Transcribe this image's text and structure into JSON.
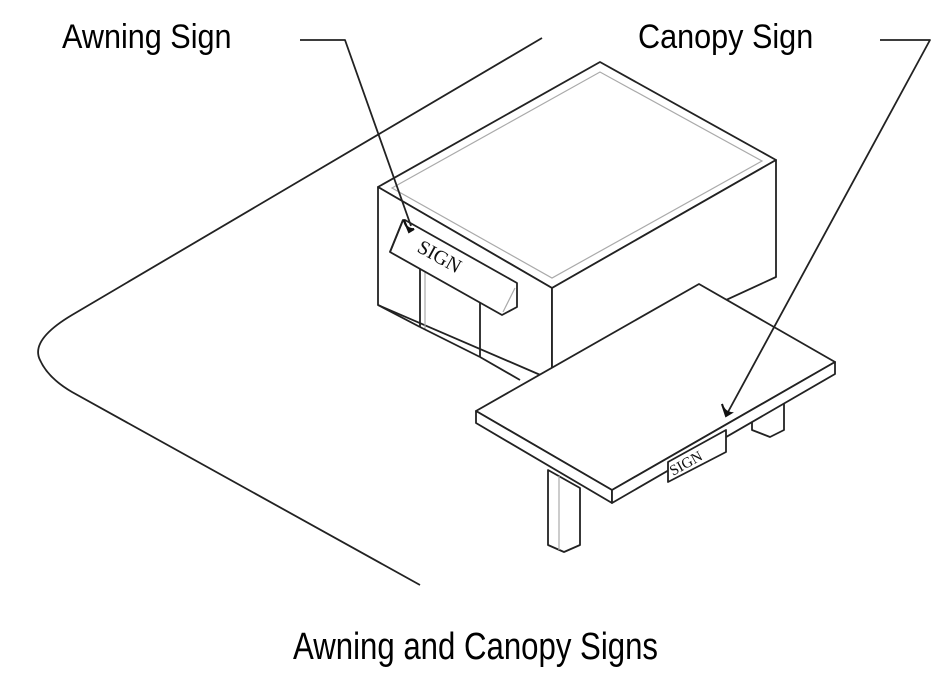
{
  "labels": {
    "awning": "Awning Sign",
    "canopy": "Canopy Sign"
  },
  "signs": {
    "awning_text": "SIGN",
    "canopy_text": "SIGN"
  },
  "caption": "Awning and Canopy Signs"
}
